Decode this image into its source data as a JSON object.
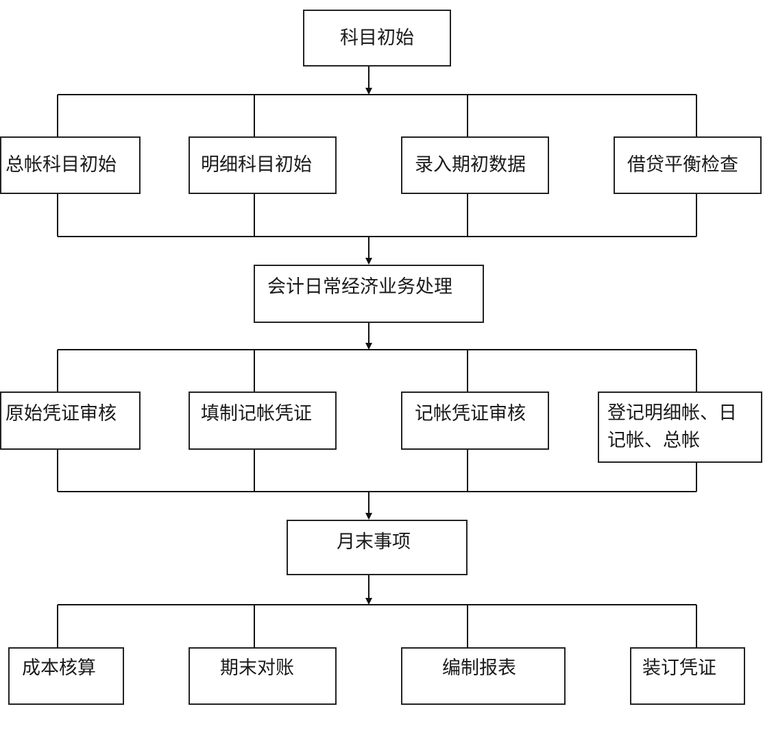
{
  "diagram": {
    "root": "科目初始",
    "init_steps": [
      "总帐科目初始",
      "明细科目初始",
      "录入期初数据",
      "借贷平衡检查"
    ],
    "daily": "会计日常经济业务处理",
    "daily_steps": [
      "原始凭证审核",
      "填制记帐凭证",
      "记帐凭证审核",
      "登记明细帐、日记帐、总帐"
    ],
    "month_end": "月末事项",
    "month_end_steps": [
      "成本核算",
      "期末对账",
      "编制报表",
      "装订凭证"
    ]
  }
}
